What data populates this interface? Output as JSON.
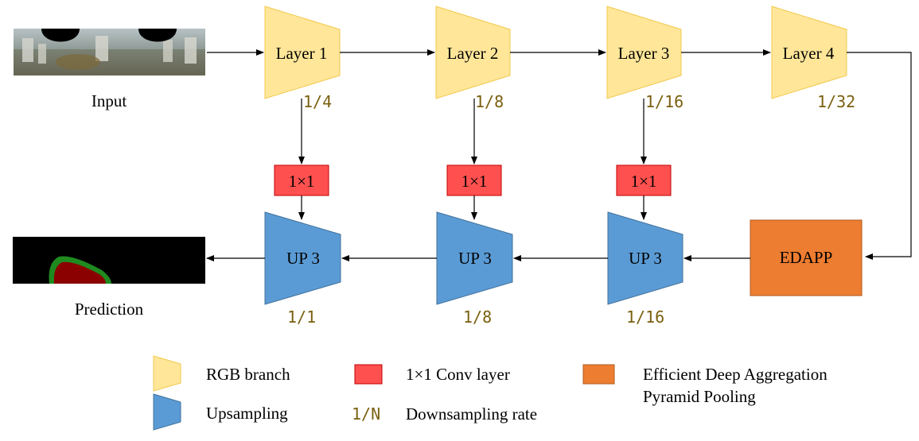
{
  "colors": {
    "rgb_branch": "#FFE699",
    "rgb_branch_stroke": "#F2C94C",
    "upsampling": "#5B9BD5",
    "upsampling_stroke": "#41719C",
    "conv": "#FF5050",
    "conv_stroke": "#C00000",
    "edapp": "#ED7D31",
    "edapp_stroke": "#AE5A21",
    "rate_text": "#7A6010"
  },
  "input": {
    "caption": "Input"
  },
  "prediction": {
    "caption": "Prediction"
  },
  "layers": [
    {
      "label": "Layer 1",
      "rate": "1/4"
    },
    {
      "label": "Layer 2",
      "rate": "1/8"
    },
    {
      "label": "Layer 3",
      "rate": "1/16"
    },
    {
      "label": "Layer 4",
      "rate": "1/32"
    }
  ],
  "convs": [
    {
      "label": "1×1"
    },
    {
      "label": "1×1"
    },
    {
      "label": "1×1"
    }
  ],
  "ups": [
    {
      "label": "UP 3",
      "rate": "1/1"
    },
    {
      "label": "UP 3",
      "rate": "1/8"
    },
    {
      "label": "UP 3",
      "rate": "1/16"
    }
  ],
  "edapp": {
    "label": "EDAPP"
  },
  "legend": {
    "rgb_branch": "RGB branch",
    "conv": "1×1 Conv layer",
    "edapp_line1": "Efficient Deep Aggregation",
    "edapp_line2": "Pyramid Pooling",
    "upsampling": "Upsampling",
    "rate_symbol": "1/N",
    "rate_desc": "Downsampling rate"
  }
}
